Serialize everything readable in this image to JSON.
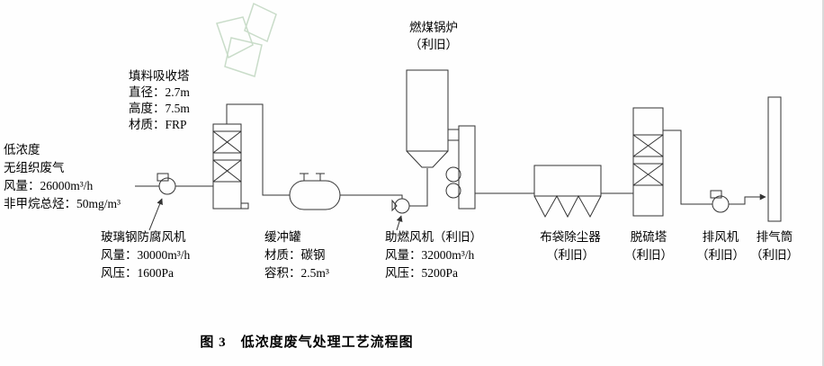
{
  "colors": {
    "diagram_line": "#333333",
    "watermark": "#c9dcc9"
  },
  "figure": {
    "caption": "图 3　低浓度废气处理工艺流程图"
  },
  "groups": {
    "inlet": {
      "lines": [
        "低浓度",
        "无组织废气",
        "风量：26000m³/h",
        "非甲烷总烃：50mg/m³"
      ]
    },
    "absorber": {
      "lines": [
        "填料吸收塔",
        "直径：2.7m",
        "高度：7.5m",
        "材质：FRP"
      ]
    },
    "boiler": {
      "lines": [
        "燃煤锅炉",
        "（利旧）"
      ]
    },
    "frp_fan": {
      "lines": [
        "玻璃钢防腐风机",
        "风量：30000m³/h",
        "风压：1600Pa"
      ]
    },
    "buffer_tank": {
      "lines": [
        "缓冲罐",
        "材质：碳钢",
        "容积：2.5m³"
      ]
    },
    "combustion_fan": {
      "lines": [
        "助燃风机（利旧）",
        "风量：32000m³/h",
        "风压：5200Pa"
      ]
    },
    "bag_filter": {
      "lines": [
        "布袋除尘器",
        "（利旧）"
      ]
    },
    "desulf_tower": {
      "lines": [
        "脱硫塔",
        "（利旧）"
      ]
    },
    "exhaust_fan": {
      "lines": [
        "排风机",
        "（利旧）"
      ]
    },
    "stack": {
      "lines": [
        "排气筒",
        "（利旧）"
      ]
    }
  }
}
